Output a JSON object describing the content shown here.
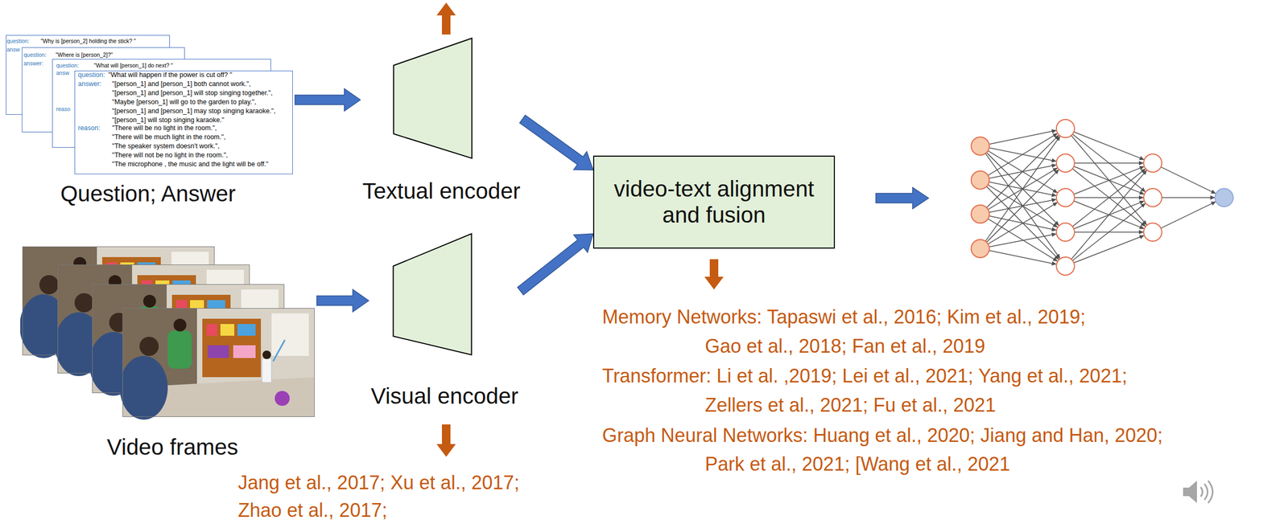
{
  "diagram": {
    "nodes": [
      {
        "text": [
          "Question; Answer"
        ]
      },
      {
        "text": [
          "Textual encoder"
        ]
      },
      {
        "text": [
          "Video frames"
        ]
      },
      {
        "text": [
          "Visual encoder"
        ]
      },
      {
        "text": [
          "video-text alignment and fusion"
        ]
      }
    ],
    "edges": [
      {
        "from": 0,
        "to": 1,
        "arrow": "to"
      },
      {
        "from": 2,
        "to": 3,
        "arrow": "to"
      },
      {
        "from": 1,
        "to": 4,
        "arrow": "to"
      },
      {
        "from": 3,
        "to": 4,
        "arrow": "to"
      }
    ],
    "labels": [
      "question:",
      "\"Why is [person_2] holding the stick? \"",
      "answ",
      "question:",
      "\"Where is [person_2]?\"",
      "answer:",
      "question:",
      "\"What will [person_1] do next? \"",
      "answ",
      "reaso",
      "question:",
      "\"What will happen if the power is cut off? \"",
      "answer:",
      "\"[person_1] and [person_1] both cannot work.\",",
      "\"[person_1] and [person_1] will stop singing together.\",",
      "\"Maybe [person_1] will go to the garden to play.\",",
      "\"[person_1] and [person_1] may stop singing karaoke.\",",
      "\"[person_1] will stop singing karaoke.\"",
      "reason:",
      "\"There will be no light in the room.\",",
      "\"There will be much light in the room.\",",
      "\"The speaker system doesn't work.\",",
      "\"There will not be no light in the room.\",",
      "\"The microphone , the music and the light will be off.\"",
      "Jang et al., 2017; Xu et al., 2017;",
      "Zhao et al., 2017;",
      "Memory Networks: Tapaswi et al., 2016; Kim et al., 2019;",
      "Gao et al., 2018; Fan et al., 2019",
      "Transformer: Li et al. ,2019; Lei et al., 2021; Yang et al., 2021;",
      "Zellers et al., 2021; Fu et al., 2021",
      "Graph Neural Networks: Huang et al., 2020; Jiang and Han, 2020;",
      "Park et al., 2021; [Wang et al., 2021"
    ]
  }
}
